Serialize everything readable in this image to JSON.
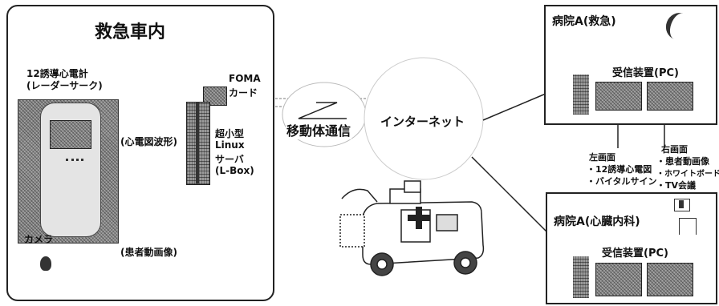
{
  "ambulance": {
    "title": "救急車内",
    "ecg_label_1": "12誘導心電計",
    "ecg_label_2": "(レーダーサーク)",
    "ecg_signal": "(心電図波形)",
    "camera_label": "カメラ",
    "camera_signal": "(患者動画像)",
    "foma_1": "FOMA",
    "foma_2": "カード",
    "server_lines": [
      "超小型",
      "Linux",
      "サーバ",
      "(L-Box)"
    ]
  },
  "network": {
    "mobile": "移動体通信",
    "internet": "インターネット"
  },
  "hospital_emergency": {
    "title": "病院A(救急)",
    "receiver": "受信装置(PC)",
    "left_screen": [
      "左画面",
      "・12誘導心電図",
      "・バイタルサイン"
    ],
    "right_screen": [
      "右画面",
      "・患者動画像",
      "・ホワイトボード",
      "・TV会議"
    ]
  },
  "hospital_cardiology": {
    "title": "病院A(心臓内科)",
    "receiver": "受信装置(PC)"
  }
}
